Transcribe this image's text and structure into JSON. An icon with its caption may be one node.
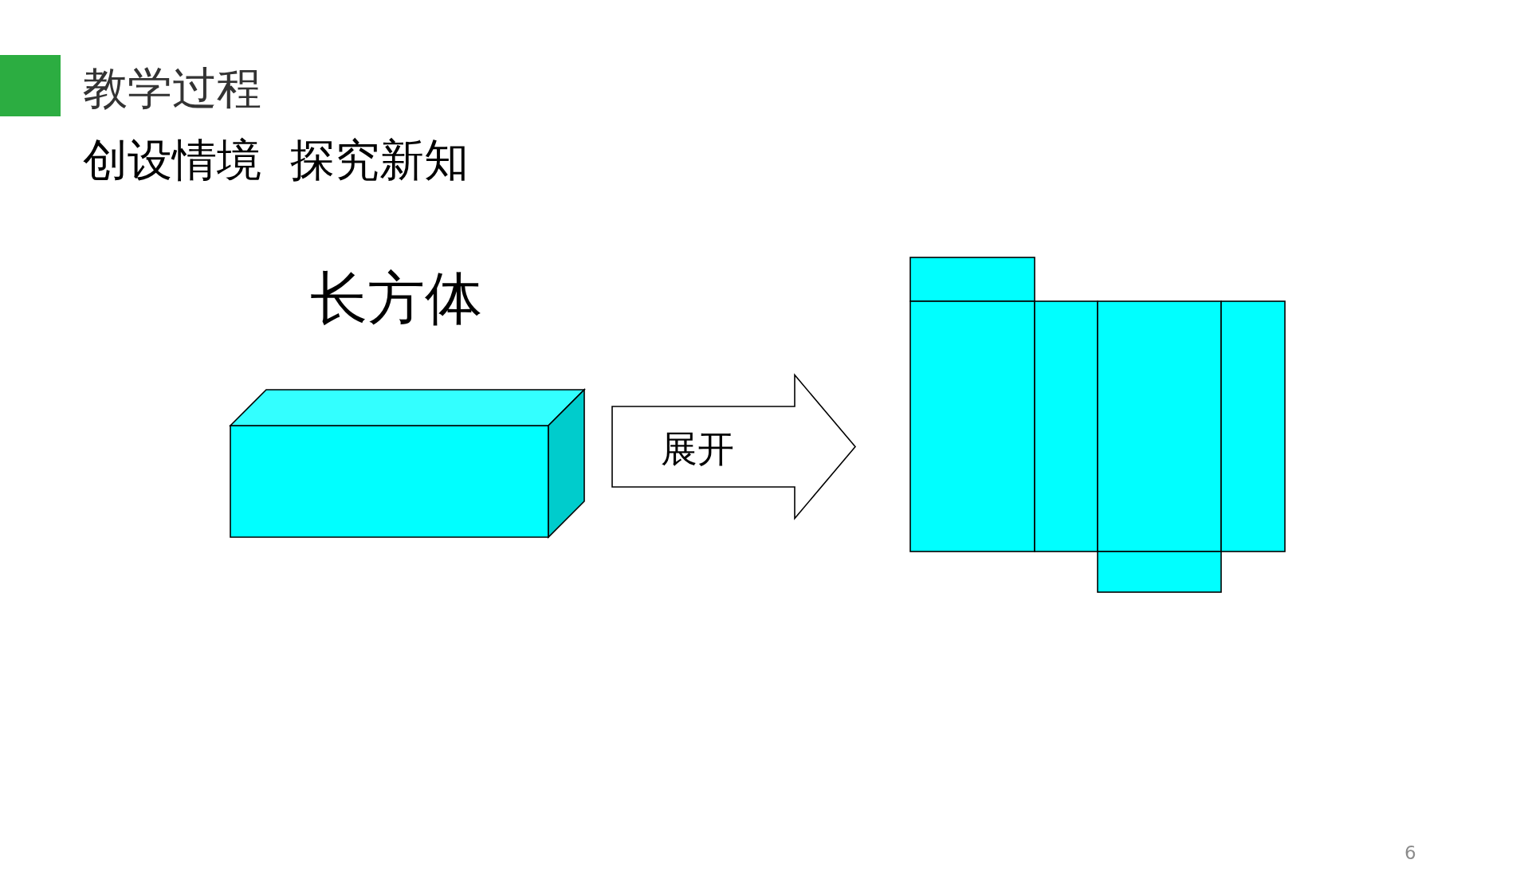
{
  "diagram": {
    "title": "教学过程",
    "nodes": [
      {
        "text": [],
        "shape": "box",
        "beside": [
          "长方体"
        ]
      },
      {
        "text": [],
        "shape": "picture"
      }
    ],
    "edges": [
      {
        "from": 0,
        "to": 1,
        "arrow": "to",
        "label": "展开"
      }
    ],
    "labels": [
      "创设情境  探究新知",
      "6"
    ]
  }
}
